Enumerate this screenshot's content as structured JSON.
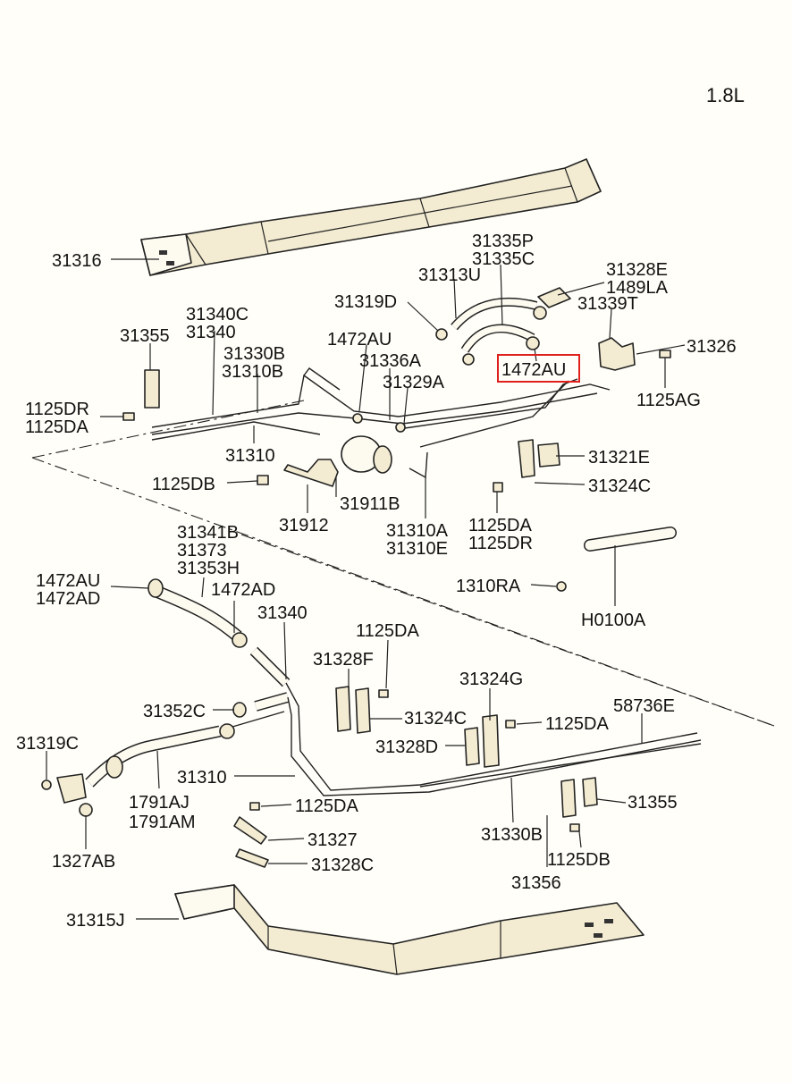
{
  "diagram": {
    "engine_label": "1.8L",
    "highlight_color": "#e0201c",
    "highlighted_part": "1472AU",
    "labels": [
      {
        "id": "l1",
        "text": "31316"
      },
      {
        "id": "l2",
        "text": "31335P"
      },
      {
        "id": "l3",
        "text": "31335C"
      },
      {
        "id": "l4",
        "text": "31328E"
      },
      {
        "id": "l5",
        "text": "1489LA"
      },
      {
        "id": "l6",
        "text": "31313U"
      },
      {
        "id": "l7",
        "text": "31319D"
      },
      {
        "id": "l8",
        "text": "31339T"
      },
      {
        "id": "l9",
        "text": "31340C"
      },
      {
        "id": "l10",
        "text": "31340"
      },
      {
        "id": "l11",
        "text": "31355"
      },
      {
        "id": "l12",
        "text": "1472AU"
      },
      {
        "id": "l13",
        "text": "31326"
      },
      {
        "id": "l14",
        "text": "31330B"
      },
      {
        "id": "l15",
        "text": "31310B"
      },
      {
        "id": "l16",
        "text": "31336A"
      },
      {
        "id": "l17",
        "text": "31329A"
      },
      {
        "id": "l18",
        "text": "1472AU"
      },
      {
        "id": "l19",
        "text": "1125AG"
      },
      {
        "id": "l20",
        "text": "1125DR"
      },
      {
        "id": "l21",
        "text": "1125DA"
      },
      {
        "id": "l22",
        "text": "31310"
      },
      {
        "id": "l23",
        "text": "31321E"
      },
      {
        "id": "l24",
        "text": "1125DB"
      },
      {
        "id": "l25",
        "text": "31324C"
      },
      {
        "id": "l26",
        "text": "31912"
      },
      {
        "id": "l27",
        "text": "31911B"
      },
      {
        "id": "l28",
        "text": "1125DA"
      },
      {
        "id": "l29",
        "text": "1125DR"
      },
      {
        "id": "l30",
        "text": "31310A"
      },
      {
        "id": "l31",
        "text": "31310E"
      },
      {
        "id": "l32",
        "text": "31341B"
      },
      {
        "id": "l33",
        "text": "31373"
      },
      {
        "id": "l34",
        "text": "31353H"
      },
      {
        "id": "l35",
        "text": "1472AU"
      },
      {
        "id": "l36",
        "text": "1472AD"
      },
      {
        "id": "l37",
        "text": "1472AD"
      },
      {
        "id": "l38",
        "text": "1310RA"
      },
      {
        "id": "l39",
        "text": "31340"
      },
      {
        "id": "l40",
        "text": "H0100A"
      },
      {
        "id": "l41",
        "text": "1125DA"
      },
      {
        "id": "l42",
        "text": "31328F"
      },
      {
        "id": "l43",
        "text": "31324G"
      },
      {
        "id": "l44",
        "text": "58736E"
      },
      {
        "id": "l45",
        "text": "31352C"
      },
      {
        "id": "l46",
        "text": "31324C"
      },
      {
        "id": "l47",
        "text": "1125DA"
      },
      {
        "id": "l48",
        "text": "31319C"
      },
      {
        "id": "l49",
        "text": "31328D"
      },
      {
        "id": "l50",
        "text": "31310"
      },
      {
        "id": "l51",
        "text": "1791AJ"
      },
      {
        "id": "l52",
        "text": "1791AM"
      },
      {
        "id": "l53",
        "text": "1125DA"
      },
      {
        "id": "l54",
        "text": "31355"
      },
      {
        "id": "l55",
        "text": "31330B"
      },
      {
        "id": "l56",
        "text": "31327"
      },
      {
        "id": "l57",
        "text": "1327AB"
      },
      {
        "id": "l58",
        "text": "31328C"
      },
      {
        "id": "l59",
        "text": "1125DB"
      },
      {
        "id": "l60",
        "text": "31356"
      },
      {
        "id": "l61",
        "text": "31315J"
      }
    ]
  }
}
